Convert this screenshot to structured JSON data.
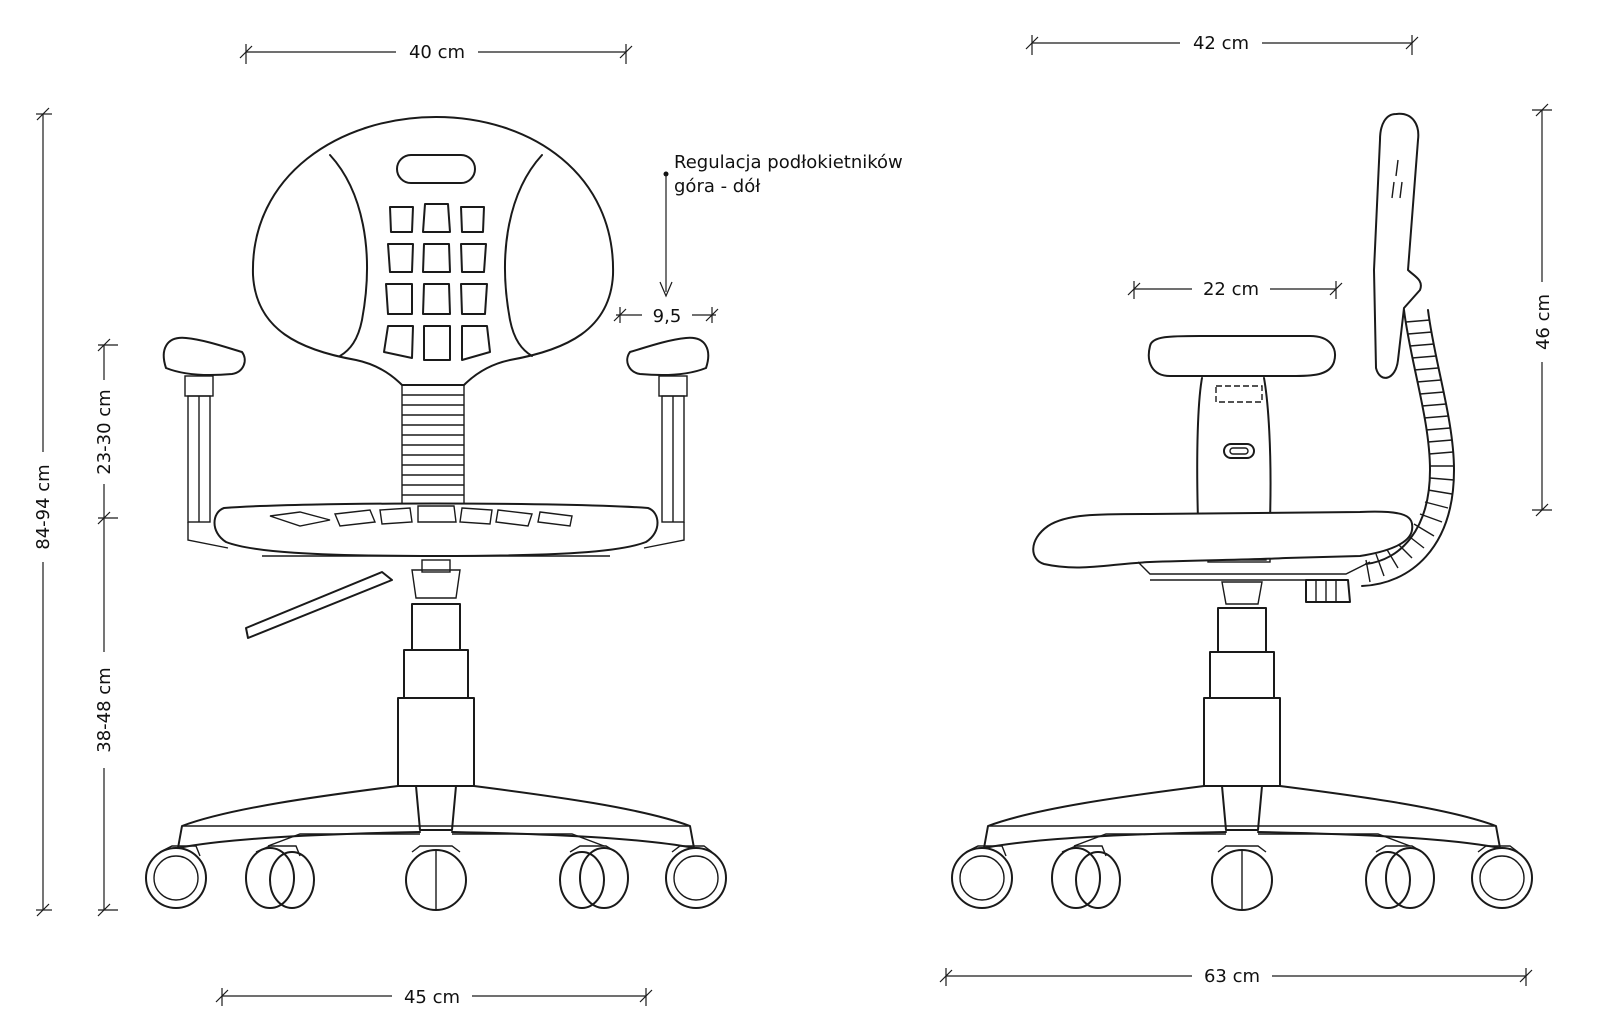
{
  "front_view": {
    "width_top": "40 cm",
    "height_total": "84-94 cm",
    "armrest_height": "23-30 cm",
    "seat_height": "38-48 cm",
    "base_width": "45 cm",
    "armrest_adjust_note_line1": "Regulacja podłokietników",
    "armrest_adjust_note_line2": "góra - dół",
    "armrest_adjust_value": "9,5"
  },
  "side_view": {
    "depth_top": "42 cm",
    "armrest_length": "22 cm",
    "backrest_height": "46 cm",
    "base_depth": "63 cm"
  }
}
